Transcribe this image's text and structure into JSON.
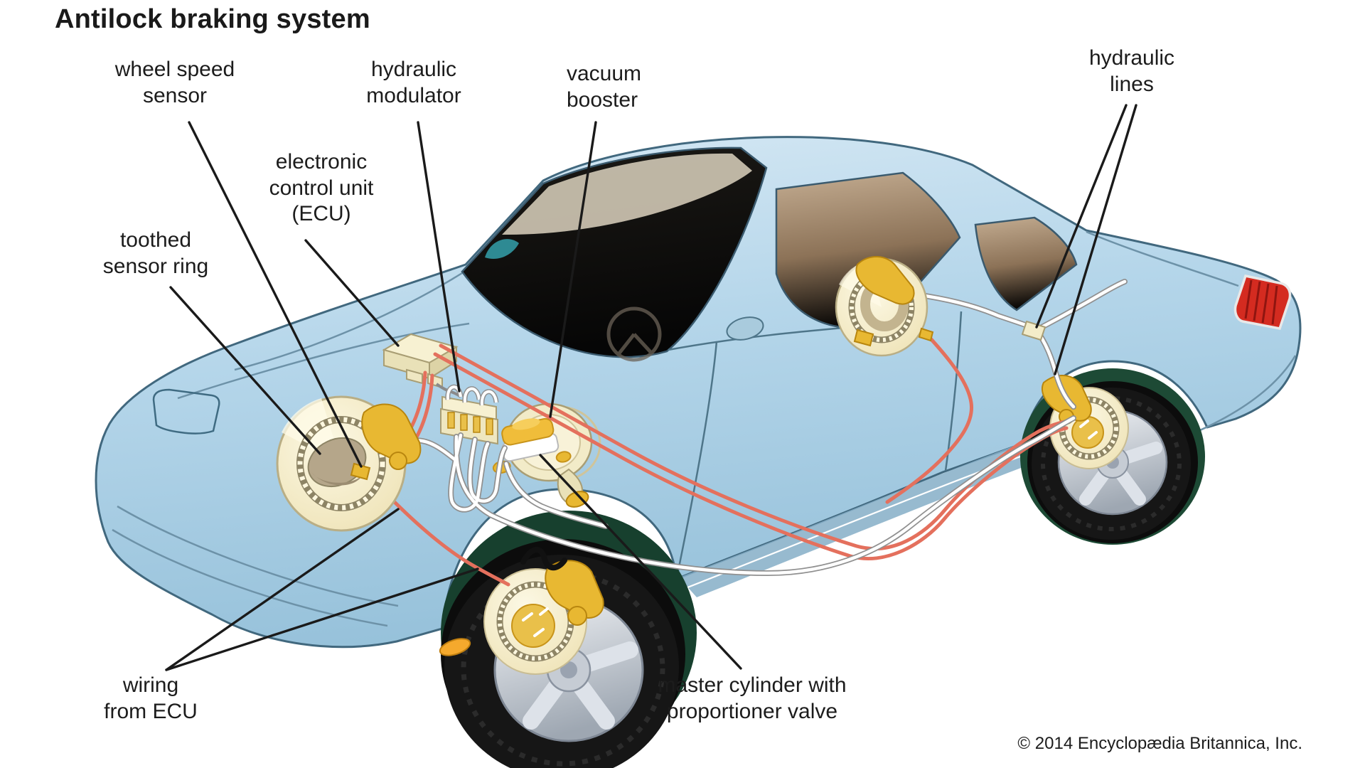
{
  "title": "Antilock braking system",
  "copyright": "© 2014 Encyclopædia Britannica, Inc.",
  "labels": [
    {
      "id": "wheel-speed-sensor",
      "text": "wheel speed\nsensor"
    },
    {
      "id": "hydraulic-modulator",
      "text": "hydraulic\nmodulator"
    },
    {
      "id": "vacuum-booster",
      "text": "vacuum\nbooster"
    },
    {
      "id": "hydraulic-lines",
      "text": "hydraulic\nlines"
    },
    {
      "id": "electronic-control-unit",
      "text": "electronic\ncontrol unit\n(ECU)"
    },
    {
      "id": "toothed-sensor-ring",
      "text": "toothed\nsensor ring"
    },
    {
      "id": "wiring-from-ecu",
      "text": "wiring\nfrom ECU"
    },
    {
      "id": "master-cylinder",
      "text": "master cylinder with\nproportioner valve"
    }
  ],
  "colors": {
    "car_body": "#b5d6ea",
    "wiring_red": "#e4705d",
    "hydraulic_white": "#ffffff",
    "component_cream": "#f3eccb",
    "caliper_yellow": "#e8b832",
    "tail_light_red": "#d42b20",
    "marker_amber": "#f5a92d",
    "leader_black": "#1a1a1a"
  }
}
